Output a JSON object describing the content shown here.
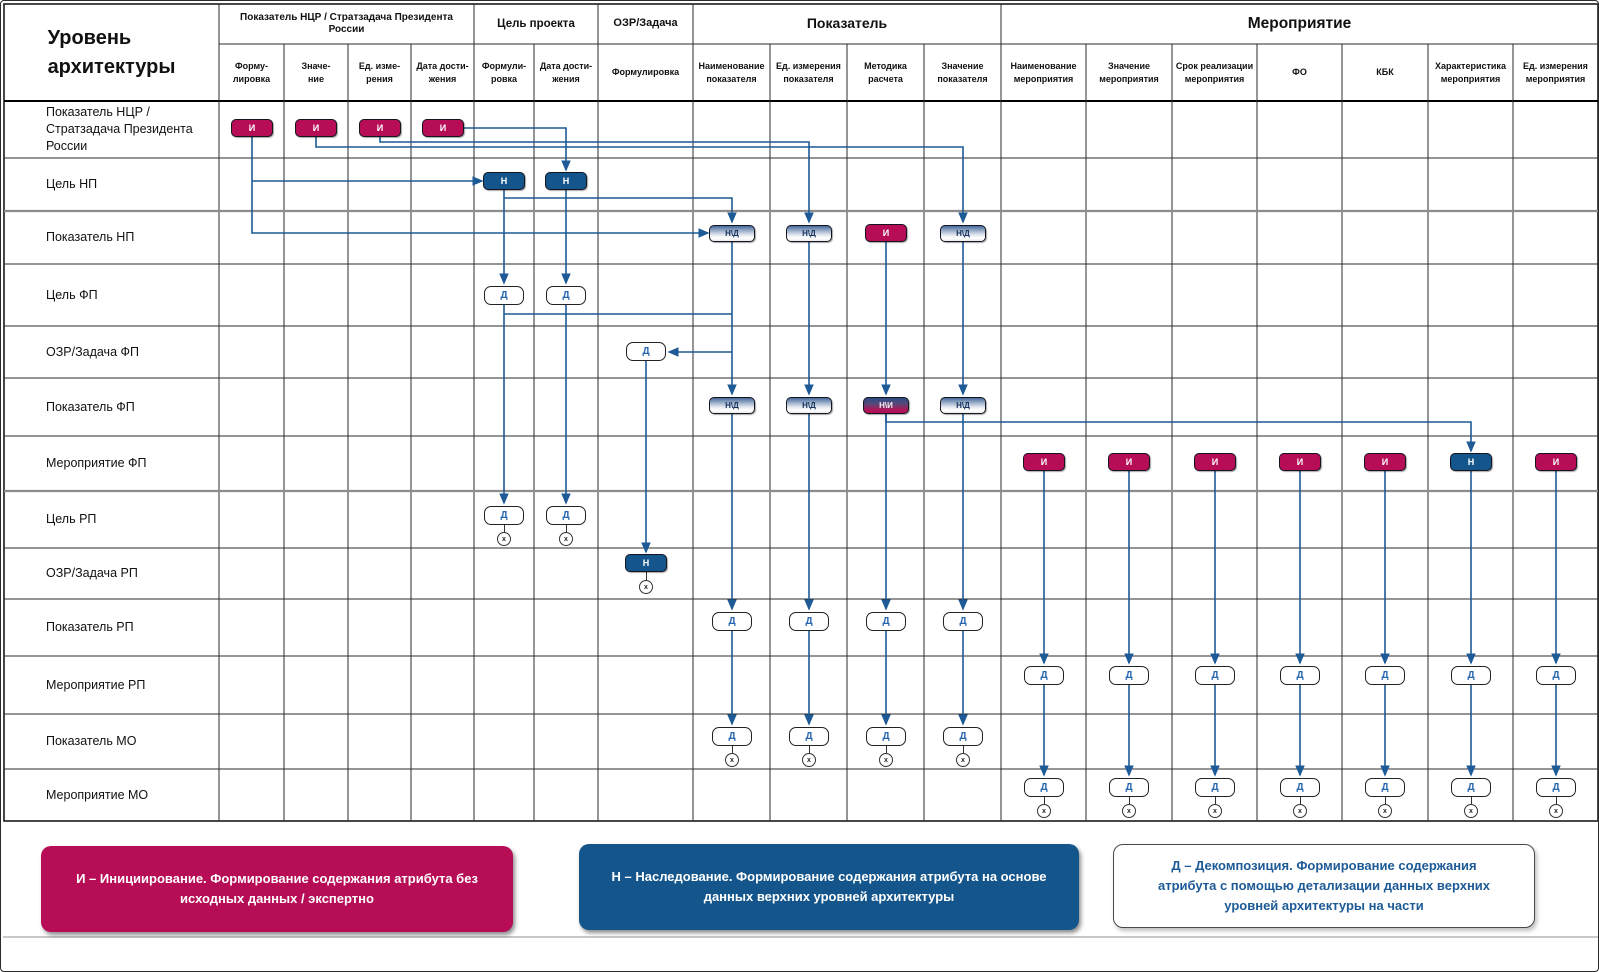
{
  "page": {
    "title": "Уровень\nархитектуры"
  },
  "header": {
    "groups": [
      {
        "id": "g1",
        "label": "Показатель НЦР / Стратзадача Президента России"
      },
      {
        "id": "g2",
        "label": "Цель проекта"
      },
      {
        "id": "g3",
        "label": "ОЗР/Задача"
      },
      {
        "id": "g4",
        "label": "Показатель"
      },
      {
        "id": "g5",
        "label": "Мероприятие"
      }
    ],
    "columns": [
      {
        "id": "c1",
        "group": "g1",
        "label": "Форму-\nлировка"
      },
      {
        "id": "c2",
        "group": "g1",
        "label": "Значе-\nние"
      },
      {
        "id": "c3",
        "group": "g1",
        "label": "Ед. изме-\nрения"
      },
      {
        "id": "c4",
        "group": "g1",
        "label": "Дата дости-\nжения"
      },
      {
        "id": "c5",
        "group": "g2",
        "label": "Формули-\nровка"
      },
      {
        "id": "c6",
        "group": "g2",
        "label": "Дата дости-\nжения"
      },
      {
        "id": "c7",
        "group": "g3",
        "label": "Формулировка"
      },
      {
        "id": "c8",
        "group": "g4",
        "label": "Наименование показателя"
      },
      {
        "id": "c9",
        "group": "g4",
        "label": "Ед. измерения показателя"
      },
      {
        "id": "c10",
        "group": "g4",
        "label": "Методика расчета"
      },
      {
        "id": "c11",
        "group": "g4",
        "label": "Значение показателя"
      },
      {
        "id": "c12",
        "group": "g5",
        "label": "Наименование мероприятия"
      },
      {
        "id": "c13",
        "group": "g5",
        "label": "Значение мероприятия"
      },
      {
        "id": "c14",
        "group": "g5",
        "label": "Срок реализации мероприятия"
      },
      {
        "id": "c15",
        "group": "g5",
        "label": "ФО"
      },
      {
        "id": "c16",
        "group": "g5",
        "label": "КБК"
      },
      {
        "id": "c17",
        "group": "g5",
        "label": "Характеристика мероприятия"
      },
      {
        "id": "c18",
        "group": "g5",
        "label": "Ед. измерения мероприятия"
      }
    ]
  },
  "badge_types": {
    "I": "И",
    "N": "Н",
    "ND": "Н\\Д",
    "NI": "Н\\И",
    "D": "Д"
  },
  "end_marker_symbol": "x",
  "rows": [
    {
      "id": "r1",
      "label": "Показатель НЦР / Стратзадача Президента России",
      "badges": [
        {
          "col": "c1",
          "type": "I"
        },
        {
          "col": "c2",
          "type": "I"
        },
        {
          "col": "c3",
          "type": "I"
        },
        {
          "col": "c4",
          "type": "I"
        }
      ]
    },
    {
      "id": "r2",
      "label": "Цель НП",
      "badges": [
        {
          "col": "c5",
          "type": "N"
        },
        {
          "col": "c6",
          "type": "N"
        }
      ]
    },
    {
      "id": "r3",
      "label": "Показатель НП",
      "badges": [
        {
          "col": "c8",
          "type": "ND"
        },
        {
          "col": "c9",
          "type": "ND"
        },
        {
          "col": "c10",
          "type": "I"
        },
        {
          "col": "c11",
          "type": "ND"
        }
      ]
    },
    {
      "id": "r4",
      "label": "Цель ФП",
      "badges": [
        {
          "col": "c5",
          "type": "D"
        },
        {
          "col": "c6",
          "type": "D"
        }
      ]
    },
    {
      "id": "r5",
      "label": "ОЗР/Задача ФП",
      "badges": [
        {
          "col": "c7",
          "type": "D"
        }
      ]
    },
    {
      "id": "r6",
      "label": "Показатель ФП",
      "badges": [
        {
          "col": "c8",
          "type": "ND"
        },
        {
          "col": "c9",
          "type": "ND"
        },
        {
          "col": "c10",
          "type": "NI"
        },
        {
          "col": "c11",
          "type": "ND"
        }
      ]
    },
    {
      "id": "r7",
      "label": "Мероприятие ФП",
      "badges": [
        {
          "col": "c12",
          "type": "I"
        },
        {
          "col": "c13",
          "type": "I"
        },
        {
          "col": "c14",
          "type": "I"
        },
        {
          "col": "c15",
          "type": "I"
        },
        {
          "col": "c16",
          "type": "I"
        },
        {
          "col": "c17",
          "type": "N"
        },
        {
          "col": "c18",
          "type": "I"
        }
      ]
    },
    {
      "id": "r8",
      "label": "Цель РП",
      "badges": [
        {
          "col": "c5",
          "type": "D",
          "end": true
        },
        {
          "col": "c6",
          "type": "D",
          "end": true
        }
      ]
    },
    {
      "id": "r9",
      "label": "ОЗР/Задача РП",
      "badges": [
        {
          "col": "c7",
          "type": "N",
          "end": true
        }
      ]
    },
    {
      "id": "r10",
      "label": "Показатель РП",
      "badges": [
        {
          "col": "c8",
          "type": "D"
        },
        {
          "col": "c9",
          "type": "D"
        },
        {
          "col": "c10",
          "type": "D"
        },
        {
          "col": "c11",
          "type": "D"
        }
      ]
    },
    {
      "id": "r11",
      "label": "Мероприятие РП",
      "badges": [
        {
          "col": "c12",
          "type": "D"
        },
        {
          "col": "c13",
          "type": "D"
        },
        {
          "col": "c14",
          "type": "D"
        },
        {
          "col": "c15",
          "type": "D"
        },
        {
          "col": "c16",
          "type": "D"
        },
        {
          "col": "c17",
          "type": "D"
        },
        {
          "col": "c18",
          "type": "D"
        }
      ]
    },
    {
      "id": "r12",
      "label": "Показатель МО",
      "badges": [
        {
          "col": "c8",
          "type": "D",
          "end": true
        },
        {
          "col": "c9",
          "type": "D",
          "end": true
        },
        {
          "col": "c10",
          "type": "D",
          "end": true
        },
        {
          "col": "c11",
          "type": "D",
          "end": true
        }
      ]
    },
    {
      "id": "r13",
      "label": "Мероприятие МО",
      "badges": [
        {
          "col": "c12",
          "type": "D",
          "end": true
        },
        {
          "col": "c13",
          "type": "D",
          "end": true
        },
        {
          "col": "c14",
          "type": "D",
          "end": true
        },
        {
          "col": "c15",
          "type": "D",
          "end": true
        },
        {
          "col": "c16",
          "type": "D",
          "end": true
        },
        {
          "col": "c17",
          "type": "D",
          "end": true
        },
        {
          "col": "c18",
          "type": "D",
          "end": true
        }
      ]
    }
  ],
  "legend": [
    {
      "code": "И",
      "text": "И – Инициирование. Формирование содержания атрибута без исходных данных / экспертно"
    },
    {
      "code": "Н",
      "text": "Н – Наследование. Формирование содержания атрибута на основе данных верхних уровней архитектуры"
    },
    {
      "code": "Д",
      "text": "Д – Декомпозиция. Формирование содержания атрибута с помощью детализации данных верхних уровней архитектуры на части"
    }
  ],
  "colors": {
    "initiation": "#b60d56",
    "inheritance": "#14568c",
    "connector": "#1d5a96",
    "decomposition_text": "#2565ae"
  }
}
